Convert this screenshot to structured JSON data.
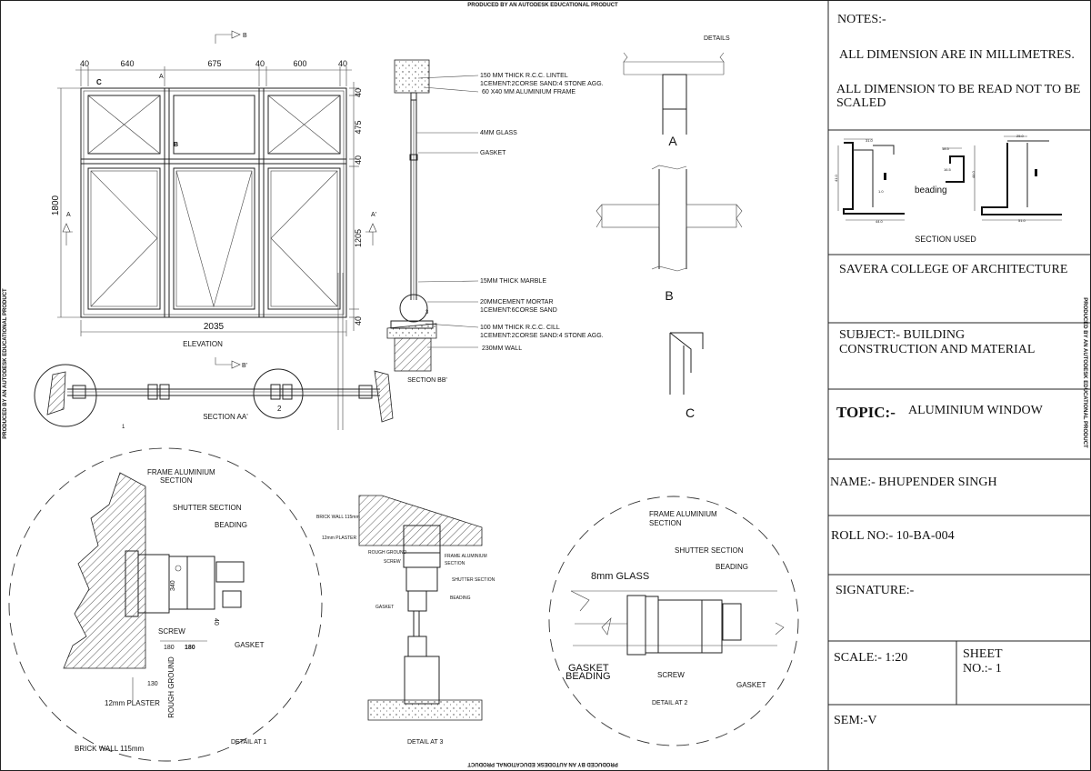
{
  "watermark": {
    "top": "PRODUCED BY AN AUTODESK EDUCATIONAL PRODUCT",
    "bottom": "PRODUCED BY AN AUTODESK EDUCATIONAL PRODUCT",
    "left": "PRODUCED BY AN AUTODESK EDUCATIONAL PRODUCT",
    "right": "PRODUCED BY AN AUTODESK EDUCATIONAL PRODUCT"
  },
  "elevation": {
    "top_dims": [
      "40",
      "640",
      "675",
      "40",
      "600",
      "40"
    ],
    "right_dims": [
      "40",
      "475",
      "40",
      "1205",
      "40"
    ],
    "height_dim": "1800",
    "width_dim": "2035",
    "label": "ELEVATION",
    "marks": {
      "a": "A",
      "b": "B",
      "c": "C",
      "sec_a_left": "A",
      "sec_a_right": "A'",
      "sec_b_top": "B",
      "sec_b_bottom": "B'"
    }
  },
  "section_aa": {
    "label": "SECTION AA'",
    "circle_1": "1",
    "circle_2": "2"
  },
  "section_bb": {
    "label": "SECTION BB'",
    "circle_3": "3",
    "notes": [
      "150 MM THICK  R.C.C.  LINTEL",
      "1CEMENT:2CORSE SAND:4 STONE AGG.",
      "60 X40 MM ALUMINIUM  FRAME",
      "4MM GLASS",
      "GASKET",
      "15MM THICK MARBLE",
      "20MMCEMENT  MORTAR",
      "1CEMENT:6CORSE SAND",
      "100 MM THICK  R.C.C.  CILL",
      "1CEMENT:2CORSE SAND:4 STONE AGG.",
      "230MM WALL"
    ]
  },
  "details": {
    "title": "DETAILS",
    "a": "A",
    "b": "B",
    "c": "C"
  },
  "detail_1": {
    "frame": "FRAME ALUMINIUM",
    "frame2": "SECTION",
    "shutter": "SHUTTER SECTION",
    "beading": "BEADING",
    "screw": "SCREW",
    "gasket": "GASKET",
    "dim_340": "340",
    "dim_40": "40",
    "dim_180a": "180",
    "dim_180b": "180",
    "dim_130": "130",
    "rough_ground": "ROUGH GROUND",
    "plaster": "12mm PLASTER",
    "brick": "BRICK WALL 115mm",
    "label": "DETAIL AT 1"
  },
  "detail_3": {
    "brick": "BRICK WALL 115mm",
    "plaster": "12mm PLASTER",
    "rough": "ROUGH GROUND",
    "screw": "SCREW",
    "frame": "FRAME ALUMINIUM",
    "frame2": "SECTION",
    "shutter": "SHUTTER SECTION",
    "beading": "BEADING",
    "gasket": "GASKET",
    "label": "DETAIL AT 3"
  },
  "detail_2": {
    "frame": "FRAME ALUMINIUM",
    "frame2": "SECTION",
    "shutter": "SHUTTER SECTION",
    "beading": "BEADING",
    "glass": "8mm GLASS",
    "gasket_beading_1": "GASKET",
    "gasket_beading_2": "BEADING",
    "screw": "SCREW",
    "gasket": "GASKET",
    "label": "DETAIL AT 2"
  },
  "title_block": {
    "notes_title": "NOTES:-",
    "note_1": "ALL DIMENSION ARE IN MILLIMETRES.",
    "note_2a": "ALL DIMENSION TO BE READ NOT TO BE",
    "note_2b": "SCALED",
    "section_used": "SECTION USED",
    "beading": "beading",
    "prof_dims": [
      "31.0",
      "44.0",
      "41.0",
      "1.0",
      "18.5",
      "16.5",
      "25.0",
      "44.0",
      "51.0"
    ],
    "college": "SAVERA COLLEGE OF ARCHITECTURE",
    "subject_1": "SUBJECT:- BUILDING",
    "subject_2": "CONSTRUCTION AND MATERIAL",
    "topic_label": "TOPIC:-",
    "topic_value": "ALUMINIUM WINDOW",
    "name": "NAME:-  BHUPENDER SINGH",
    "roll": "ROLL NO:-  10-BA-004",
    "signature": "SIGNATURE:-",
    "scale": "SCALE:- 1:20",
    "sheet_1": "SHEET",
    "sheet_2": "NO.:- 1",
    "sem": "SEM:-V"
  }
}
